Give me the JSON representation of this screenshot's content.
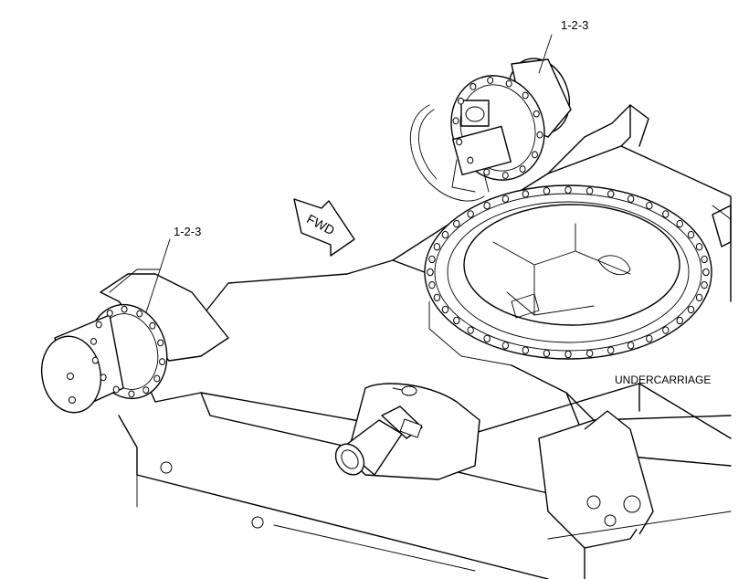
{
  "callouts": {
    "upper_motor": "1-2-3",
    "lower_motor": "1-2-3"
  },
  "direction_arrow": "FWD",
  "assembly_label": "UNDERCARRIAGE"
}
